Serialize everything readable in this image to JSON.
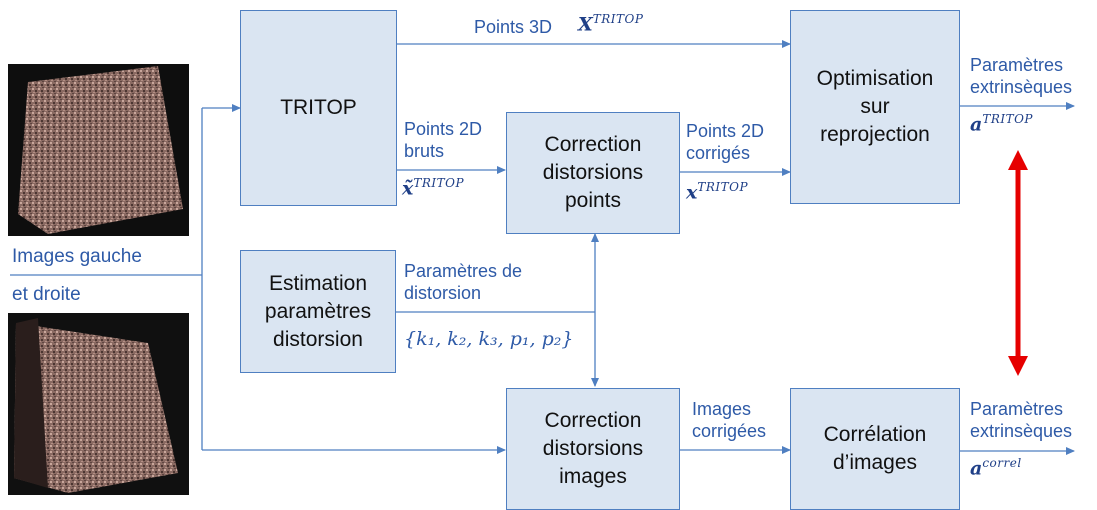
{
  "boxes": {
    "tritop": "TRITOP",
    "estimation": "Estimation\nparamètres\ndistorsion",
    "correction_points": "Correction\ndistorsions\npoints",
    "correction_images": "Correction\ndistorsions\nimages",
    "optimisation": "Optimisation\nsur\nreprojection",
    "correlation": "Corrélation\nd’images"
  },
  "labels": {
    "images_line1": "Images gauche",
    "images_line2": "et droite",
    "points3d": "Points 3D",
    "points2d_bruts": "Points 2D\nbruts",
    "points2d_corriges": "Points 2D\ncorrigés",
    "parametres_distorsion": "Paramètres de\ndistorsion",
    "images_corrigees": "Images\ncorrigées",
    "parametres_extrinseques_top": "Paramètres\nextrinsèques",
    "parametres_extrinseques_bottom": "Paramètres\nextrinsèques"
  },
  "math": {
    "X_base": "X",
    "X_sup": "TRITOP",
    "xtilde_base": "x̃",
    "xtilde_sup": "TRITOP",
    "x_base": "x",
    "x_sup": "TRITOP",
    "a_top_base": "a",
    "a_top_sup": "TRITOP",
    "a_bottom_base": "a",
    "a_bottom_sup": "correl",
    "distortion_set": "{k₁, k₂, k₃, p₁, p₂}"
  },
  "colors": {
    "box_fill": "#dae5f2",
    "box_border": "#4f7fc1",
    "arrow": "#4f7fc1",
    "label_text": "#2e5aa7",
    "comparison_arrow": "#e60000"
  }
}
